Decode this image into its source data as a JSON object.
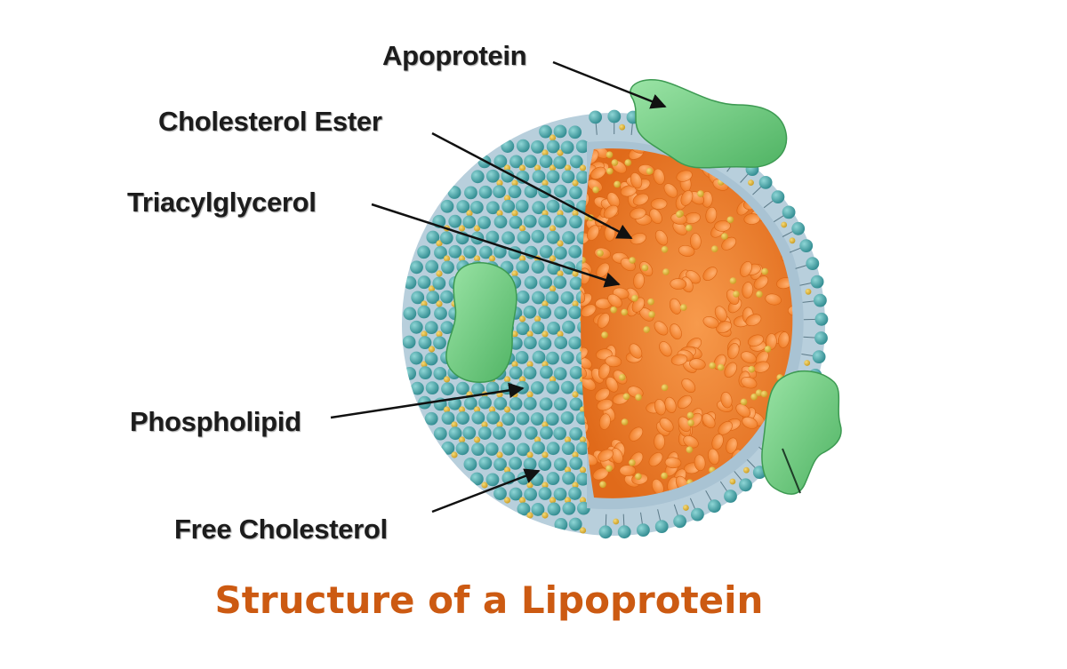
{
  "labels": {
    "apoprotein": "Apoprotein",
    "cholesterol_ester": "Cholesterol Ester",
    "triacylglycerol": "Triacylglycerol",
    "phospholipid": "Phospholipid",
    "free_cholesterol": "Free Cholesterol"
  },
  "title": "Structure of a Lipoprotein",
  "colors": {
    "title": "#cc5a12",
    "label": "#1c1c1c",
    "phospholipid_head": "#3e9ea2",
    "free_cholesterol": "#e3b43a",
    "core": "#f07a22",
    "membrane": "#a9c3d3",
    "apoprotein": "#6fcf7f"
  }
}
